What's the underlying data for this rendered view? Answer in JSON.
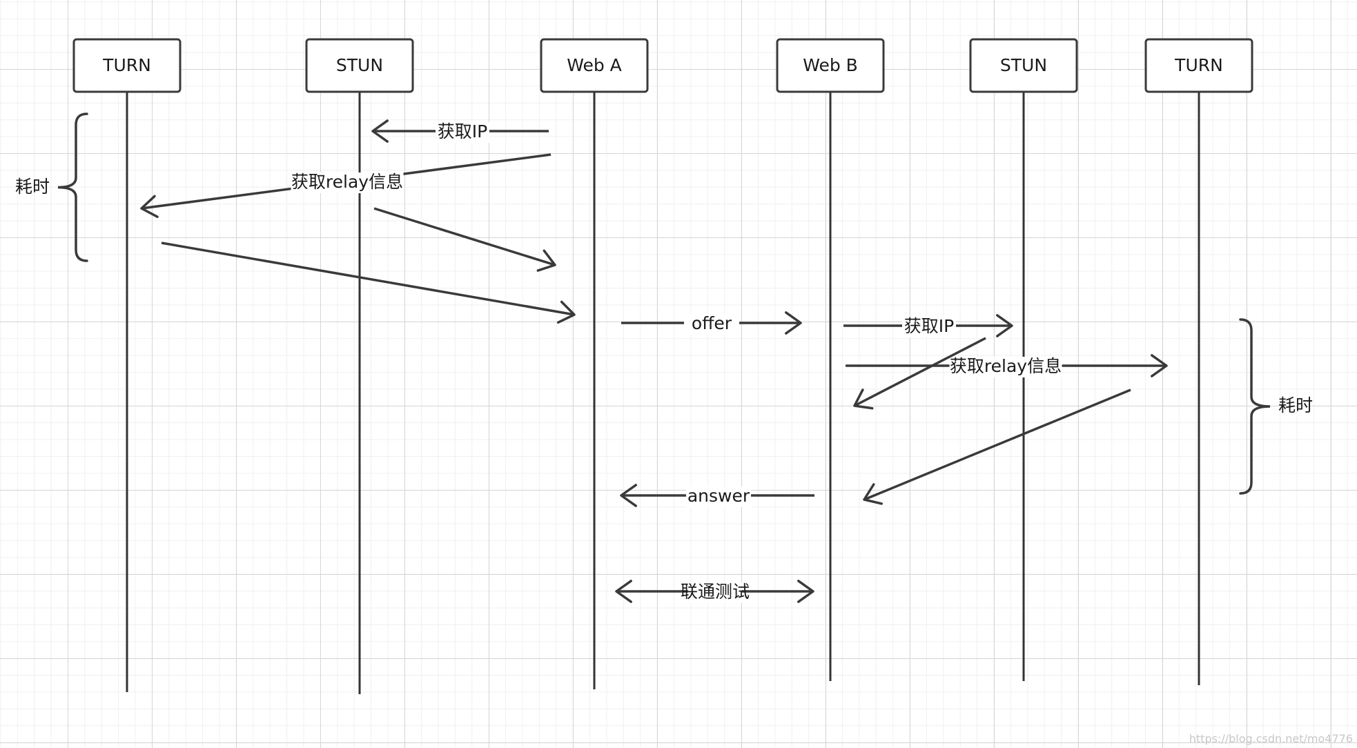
{
  "actors": [
    {
      "id": "turn_a",
      "label": "TURN"
    },
    {
      "id": "stun_a",
      "label": "STUN"
    },
    {
      "id": "web_a",
      "label": "Web A"
    },
    {
      "id": "web_b",
      "label": "Web B"
    },
    {
      "id": "stun_b",
      "label": "STUN"
    },
    {
      "id": "turn_b",
      "label": "TURN"
    }
  ],
  "messages": [
    {
      "id": "get-ip-a",
      "label": "获取IP",
      "from": "web_a",
      "to": "stun_a",
      "arrow": "end"
    },
    {
      "id": "get-relay-a",
      "label": "获取relay信息",
      "from": "web_a",
      "to": "turn_a",
      "arrow": "end"
    },
    {
      "id": "stun-reply-a",
      "label": "",
      "from": "stun_a",
      "to": "web_a",
      "arrow": "end"
    },
    {
      "id": "turn-reply-a",
      "label": "",
      "from": "turn_a",
      "to": "web_a",
      "arrow": "end"
    },
    {
      "id": "offer",
      "label": "offer",
      "from": "web_a",
      "to": "web_b",
      "arrow": "end"
    },
    {
      "id": "get-ip-b",
      "label": "获取IP",
      "from": "web_b",
      "to": "stun_b",
      "arrow": "end"
    },
    {
      "id": "get-relay-b",
      "label": "获取relay信息",
      "from": "web_b",
      "to": "turn_b",
      "arrow": "end"
    },
    {
      "id": "stun-reply-b",
      "label": "",
      "from": "stun_b",
      "to": "web_b",
      "arrow": "end"
    },
    {
      "id": "turn-reply-b",
      "label": "",
      "from": "turn_b",
      "to": "web_b",
      "arrow": "end"
    },
    {
      "id": "answer",
      "label": "answer",
      "from": "web_b",
      "to": "web_a",
      "arrow": "end"
    },
    {
      "id": "connectivity-test",
      "label": "联通测试",
      "from": "web_a",
      "to": "web_b",
      "arrow": "both"
    }
  ],
  "braces": [
    {
      "id": "time-a",
      "label": "耗时",
      "side": "left"
    },
    {
      "id": "time-b",
      "label": "耗时",
      "side": "right"
    }
  ],
  "watermark": "https://blog.csdn.net/mo4776",
  "colors": {
    "line": "#3a3a3a",
    "text": "#1a1a1a",
    "grid_major": "#d6d6d6",
    "grid_minor": "#f0f0f0"
  }
}
